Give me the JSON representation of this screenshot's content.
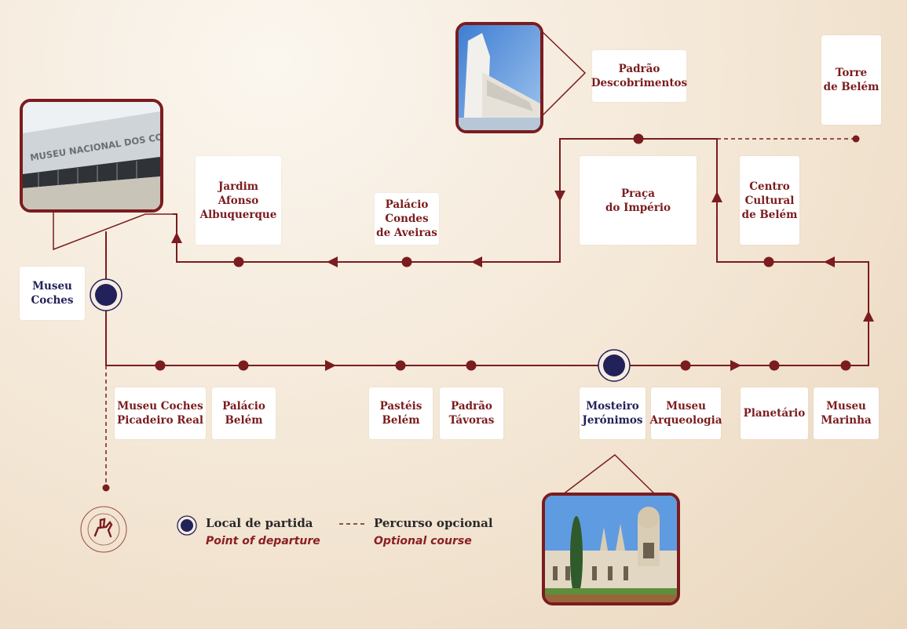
{
  "colors": {
    "route": "#7b1c1e",
    "departure": "#23215a",
    "background": "#f3e6d4"
  },
  "stops": [
    {
      "id": "museu-coches",
      "label": "Museu\nCoches",
      "departure": true
    },
    {
      "id": "jardim-afonso-albuquerque",
      "label": "Jardim\nAfonso\nAlbuquerque"
    },
    {
      "id": "palacio-condes-aveiras",
      "label": "Palácio\nCondes\nde Aveiras"
    },
    {
      "id": "praca-imperio",
      "label": "Praça\ndo Império"
    },
    {
      "id": "padrao-descobrimentos",
      "label": "Padrão\nDescobrimentos"
    },
    {
      "id": "torre-belem",
      "label": "Torre\nde Belém"
    },
    {
      "id": "centro-cultural-belem",
      "label": "Centro\nCultural\nde Belém"
    },
    {
      "id": "museu-coches-picadeiro",
      "label": "Museu Coches\nPicadeiro Real"
    },
    {
      "id": "palacio-belem",
      "label": "Palácio\nBelém"
    },
    {
      "id": "pasteis-belem",
      "label": "Pastéis\nBelém"
    },
    {
      "id": "padrao-tavoras",
      "label": "Padrão\nTávoras"
    },
    {
      "id": "mosteiro-jeronimos",
      "label": "Mosteiro\nJerónimos",
      "departure": true
    },
    {
      "id": "museu-arqueologia",
      "label": "Museu\nArqueologia"
    },
    {
      "id": "planetario",
      "label": "Planetário"
    },
    {
      "id": "museu-marinha",
      "label": "Museu\nMarinha"
    }
  ],
  "photos": {
    "coches_sign": "MUSEU NACIONAL DOS COCHES"
  },
  "legend": {
    "departure_pt": "Local de partida",
    "departure_en": "Point of departure",
    "optional_pt": "Percurso opcional",
    "optional_en": "Optional course"
  }
}
